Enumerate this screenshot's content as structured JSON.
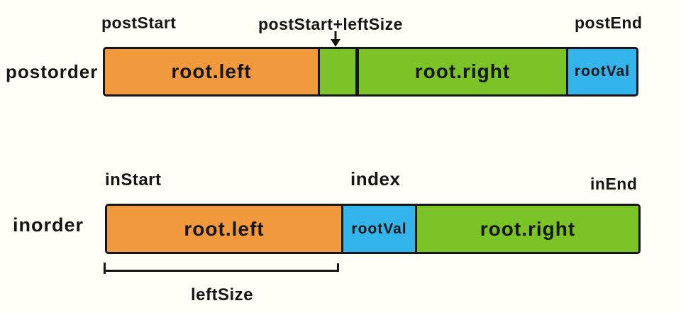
{
  "diagram_title": "postorder / inorder array partition diagram",
  "colors": {
    "background": "#FFFEF7",
    "orange_left_subtree": "#F0993D",
    "green_right_subtree": "#7CC327",
    "blue_root_value": "#33B5EC",
    "outline": "#161616"
  },
  "postorder": {
    "row_label": "postorder",
    "labels": {
      "start": "postStart",
      "mid": "postStart+leftSize",
      "end": "postEnd"
    },
    "segments": {
      "left": "root.left",
      "right": "root.right",
      "root": "rootVal"
    }
  },
  "inorder": {
    "row_label": "inorder",
    "labels": {
      "start": "inStart",
      "mid": "index",
      "end": "inEnd"
    },
    "segments": {
      "left": "root.left",
      "root": "rootVal",
      "right": "root.right"
    },
    "measure_label": "leftSize"
  }
}
